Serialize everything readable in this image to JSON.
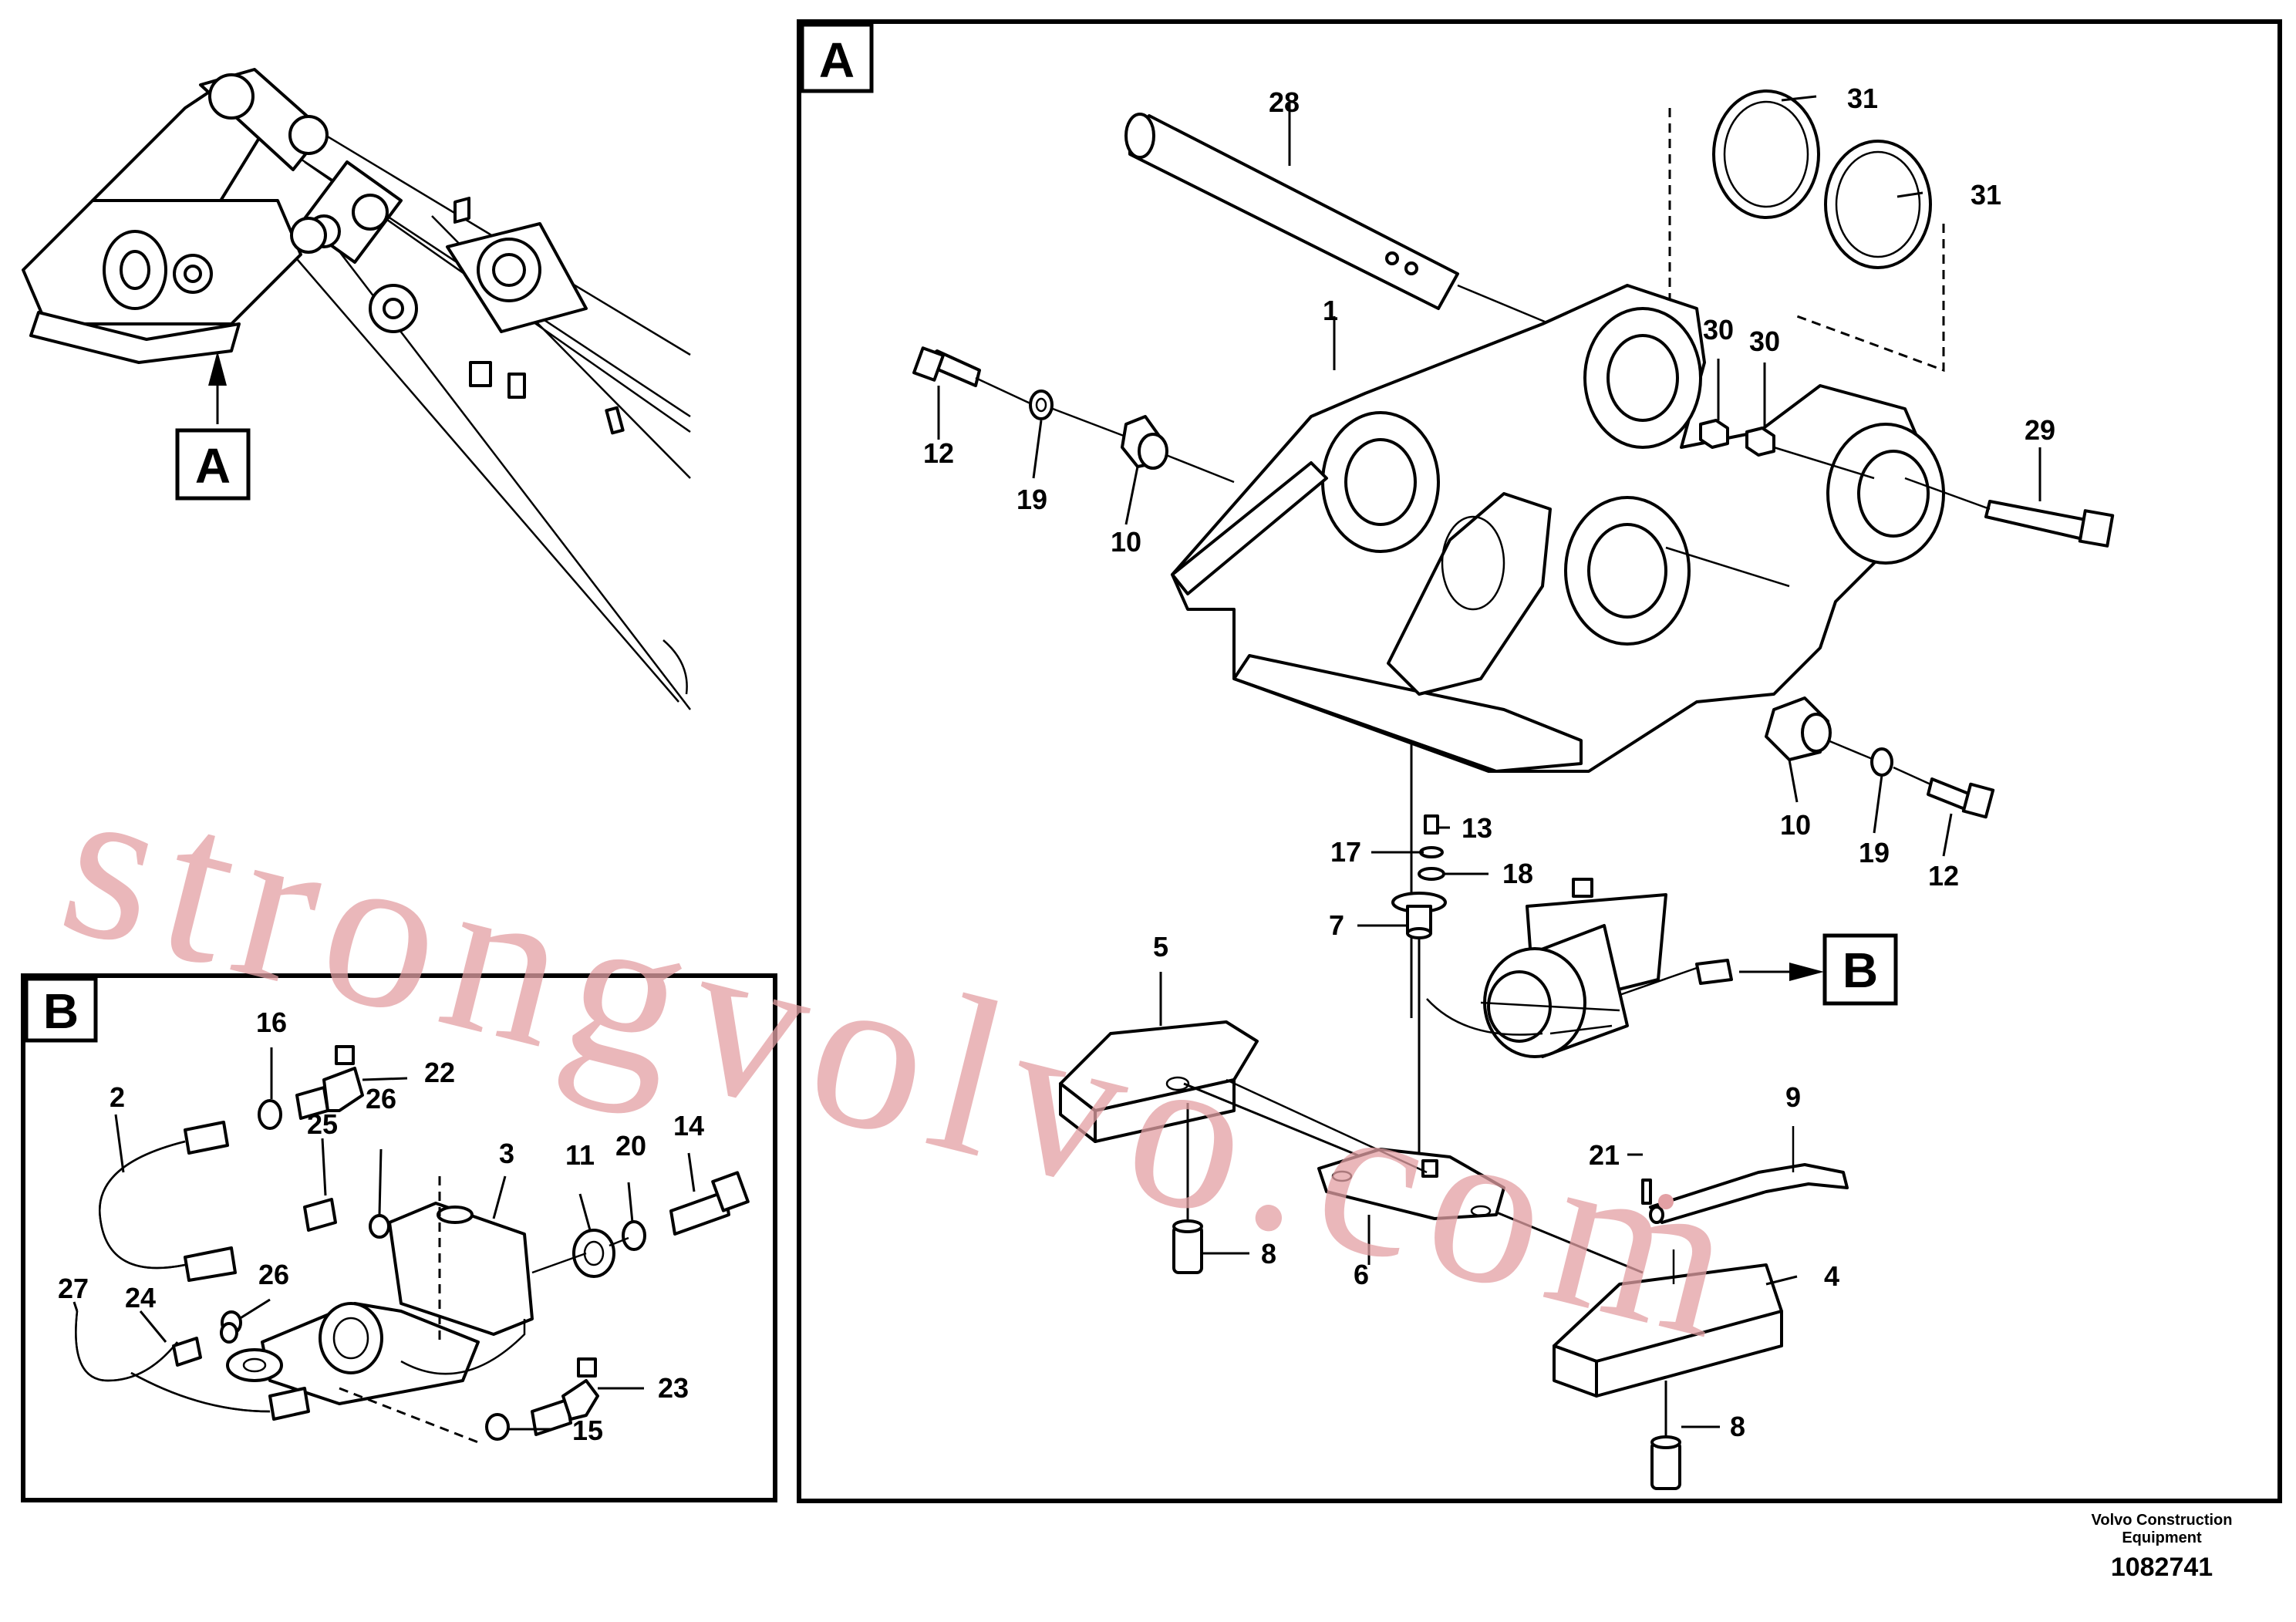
{
  "views": {
    "A": {
      "label": "A"
    },
    "B": {
      "label": "B"
    }
  },
  "callouts": {
    "c1": "1",
    "c2": "2",
    "c3": "3",
    "c4": "4",
    "c5": "5",
    "c6": "6",
    "c7": "7",
    "c8a": "8",
    "c8b": "8",
    "c9": "9",
    "c10a": "10",
    "c10b": "10",
    "c11": "11",
    "c12a": "12",
    "c12b": "12",
    "c13": "13",
    "c14": "14",
    "c15": "15",
    "c16": "16",
    "c17": "17",
    "c18": "18",
    "c19a": "19",
    "c19b": "19",
    "c20": "20",
    "c21": "21",
    "c22": "22",
    "c23": "23",
    "c24": "24",
    "c25": "25",
    "c26a": "26",
    "c26b": "26",
    "c27": "27",
    "c28": "28",
    "c29": "29",
    "c30a": "30",
    "c30b": "30",
    "c31a": "31",
    "c31b": "31"
  },
  "watermark": "strongvolvo.com",
  "footer": {
    "company_line1": "Volvo Construction",
    "company_line2": "Equipment",
    "drawing_number": "1082741"
  },
  "colors": {
    "ink": "#000000",
    "watermark": "#e3a0a4",
    "paper": "#ffffff"
  }
}
